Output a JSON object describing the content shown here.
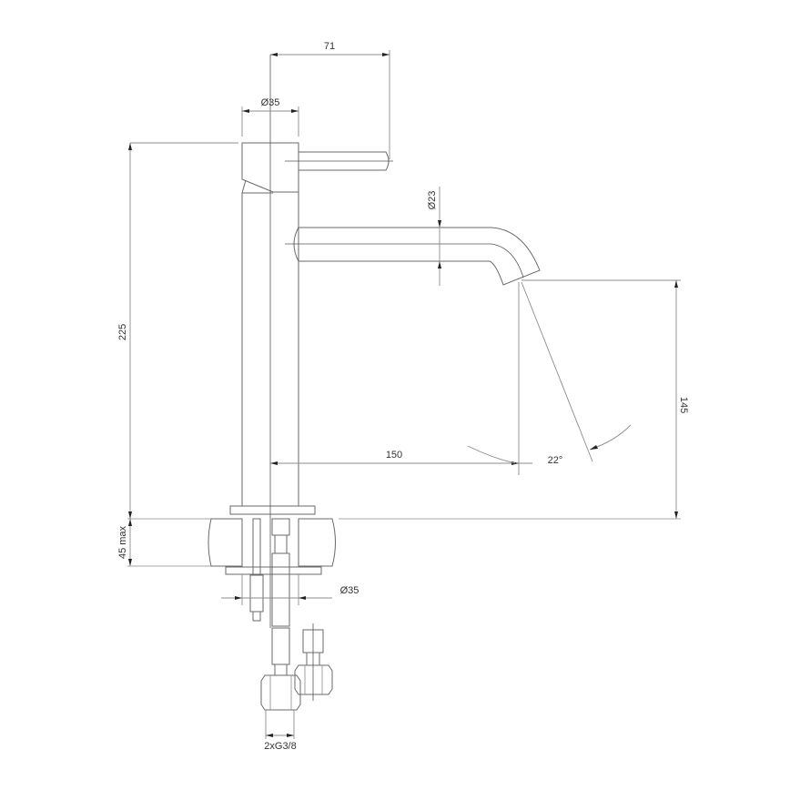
{
  "drawing": {
    "subject": "Single-lever basin mixer tap, technical side view",
    "dimensions": {
      "handle_length": "71",
      "body_diameter_top": "Ø35",
      "spout_diameter": "Ø23",
      "total_height": "225",
      "spout_reach": "150",
      "spout_angle": "22°",
      "spout_height": "145",
      "deck_thickness": "45 max",
      "body_diameter_bottom": "Ø35",
      "connections": "2xG3/8"
    },
    "colors": {
      "line": "#6a6a6a",
      "dimension_line": "#8c8c8c",
      "text": "#333333",
      "background": "#ffffff"
    }
  }
}
